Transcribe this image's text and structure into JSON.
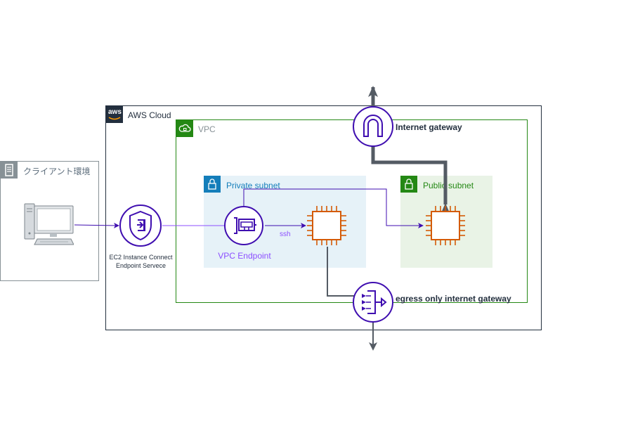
{
  "client": {
    "label": "クライアント環境"
  },
  "aws_cloud": {
    "label": "AWS Cloud",
    "logo_text": "aws"
  },
  "vpc": {
    "label": "VPC"
  },
  "private_subnet": {
    "label": "Private subnet"
  },
  "public_subnet": {
    "label": "Public subnet"
  },
  "eic_endpoint_service": {
    "label_line1": "EC2 Instance Connect",
    "label_line2": "Endpoint Servece"
  },
  "vpc_endpoint": {
    "label": "VPC Endpoint"
  },
  "ssh_edge": {
    "label": "ssh"
  },
  "internet_gateway": {
    "label": "Internet gateway"
  },
  "egress_gateway": {
    "label": "egress only internet gateway"
  },
  "colors": {
    "client_border": "#879196",
    "vpc_green": "#248814",
    "private_subnet_fill": "#e6f2f8",
    "private_subnet_blue": "#147eba",
    "public_subnet_fill": "#e9f3e6",
    "purple": "#8c4fff",
    "ec2_orange": "#d45b07",
    "gateway_arrow": "#545b64",
    "edge_line": "#3f0eb0"
  },
  "icons": {
    "client": "desktop-computer-icon",
    "eic": "ec2-instance-connect-endpoint-icon",
    "vpc_endpoint": "vpc-endpoint-icon",
    "ec2_private": "ec2-instance-icon",
    "ec2_public": "ec2-instance-icon",
    "igw": "internet-gateway-icon",
    "eigw": "egress-only-internet-gateway-icon"
  }
}
